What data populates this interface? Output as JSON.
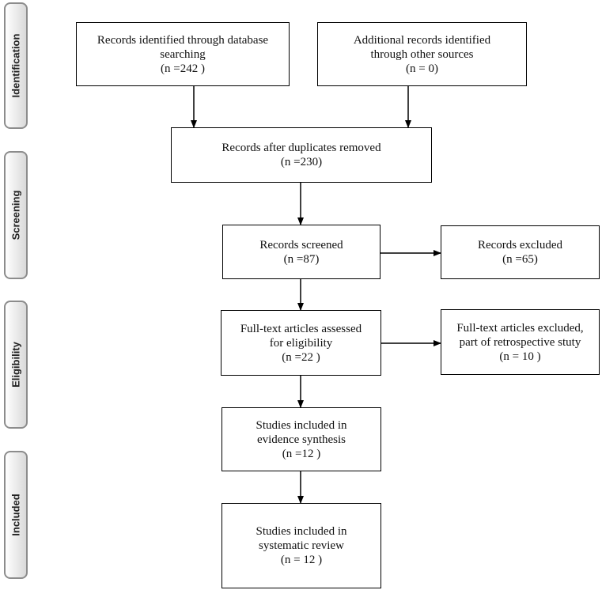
{
  "phases": {
    "identification": "Identification",
    "screening": "Screening",
    "eligibility": "Eligibility",
    "included": "Included"
  },
  "boxes": {
    "database_search": {
      "lines": [
        "Records identified through database",
        "searching",
        "(n =242 )"
      ]
    },
    "other_sources": {
      "lines": [
        "Additional records identified",
        "through other sources",
        "(n = 0)"
      ]
    },
    "duplicates_removed": {
      "lines": [
        "Records after duplicates removed",
        "(n =230)"
      ]
    },
    "screened": {
      "lines": [
        "Records screened",
        "(n =87)"
      ]
    },
    "excluded": {
      "lines": [
        "Records excluded",
        "(n =65)"
      ]
    },
    "fulltext_assessed": {
      "lines": [
        "Full-text articles assessed",
        "for eligibility",
        "(n =22 )"
      ]
    },
    "fulltext_excluded": {
      "lines": [
        "Full-text articles excluded,",
        "part of retrospective stuty",
        "(n = 10 )"
      ]
    },
    "evidence_synthesis": {
      "lines": [
        "Studies included in",
        "evidence synthesis",
        "(n =12 )"
      ]
    },
    "systematic_review": {
      "lines": [
        "Studies included in",
        "systematic review",
        "(n = 12 )"
      ]
    }
  },
  "colors": {
    "line": "#000000",
    "phase_border": "#8c8c8c",
    "phase_fill": "#d9d9d9"
  }
}
